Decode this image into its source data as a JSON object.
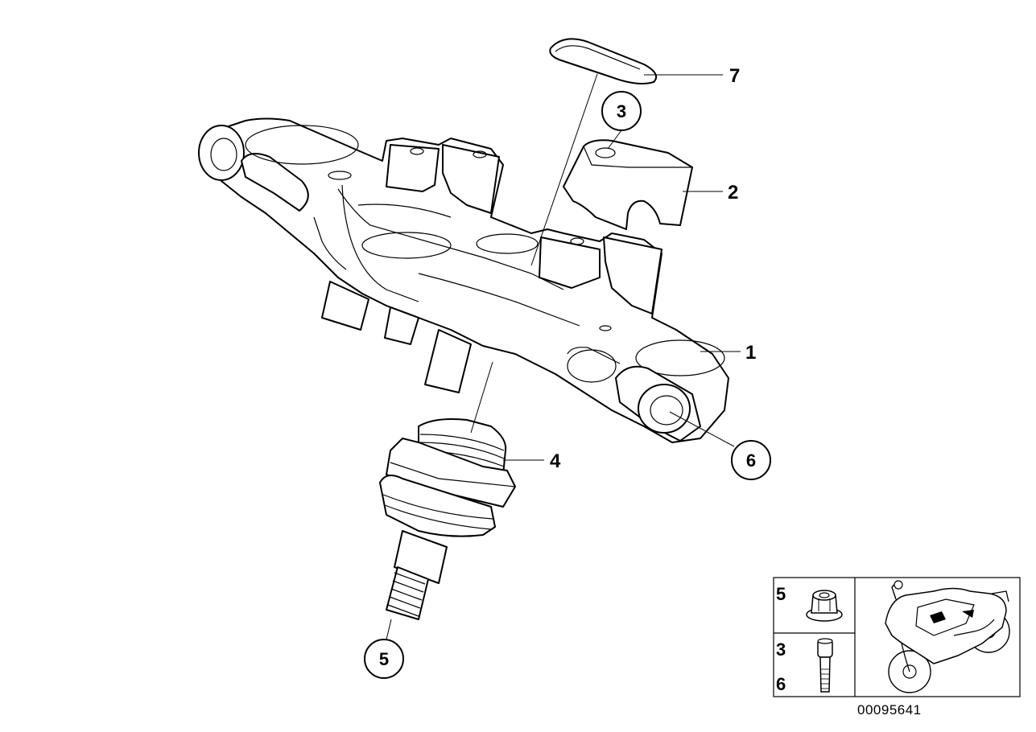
{
  "labels": {
    "part1": "1",
    "part2": "2",
    "part4": "4",
    "part7": "7"
  },
  "callouts": {
    "part3": "3",
    "part5": "5",
    "part6": "6"
  },
  "legend": {
    "row_top_label": "5",
    "row_bottom_label_a": "3",
    "row_bottom_label_b": "6"
  },
  "reference_number": "00095641"
}
